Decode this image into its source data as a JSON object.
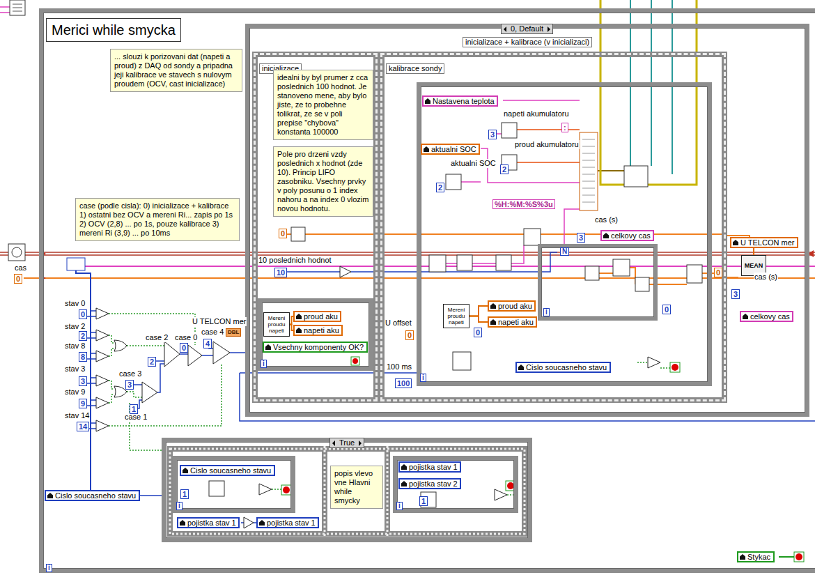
{
  "diagram": {
    "title": "Merici while smycka",
    "nodes": [
      {
        "text": [
          "i"
        ]
      },
      {
        "text": [
          "Merici while smycka"
        ],
        "in": 0
      },
      {
        "text": [
          "... slouzi k porizovani dat (napeti a proud) z DAQ od sondy a pripadna jeji kalibrace ve stavech s nulovym proudem (OCV, cast inicializace)"
        ],
        "in": 0
      },
      {
        "text": [
          "case (podle cisla): 0) inicializace + kalibrace 1) ostatni bez OCV a mereni Ri... zapis po 1s 2) OCV (2,8) ... po 1s, pouze kalibrace 3) mereni Ri (3,9) ... po 10ms"
        ],
        "in": 0
      },
      {
        "text": [
          "0, Default",
          "inicializace + kalibrace (v inicializaci)"
        ],
        "in": 0
      },
      {
        "text": [
          "inicializace"
        ],
        "in": 4
      },
      {
        "text": [
          "idealni by byl prumer z cca poslednich 100 hodnot. Je stanoveno mene, aby bylo jiste, ze to probehne tolikrat, ze se v poli prepise \"chybova\" konstanta 100000"
        ],
        "in": 5
      },
      {
        "text": [
          "Pole pro drzeni vzdy poslednich x hodnot (zde 10). Princip LIFO zasobniku. Vsechny prvky v poly posunu o 1 index nahoru a na index 0 vlozim novou hodnotu."
        ],
        "in": 5
      },
      {
        "text": [
          "i"
        ],
        "in": 5
      },
      {
        "text": [
          "Mereni proudu napeti"
        ],
        "in": 8
      },
      {
        "text": [
          "proud aku"
        ],
        "in": 8
      },
      {
        "text": [
          "napeti aku"
        ],
        "in": 8
      },
      {
        "text": [
          "Vsechny komponenty OK?"
        ],
        "in": 8
      },
      {
        "text": [
          "kalibrace sondy"
        ],
        "in": 4
      },
      {
        "text": [
          "i"
        ],
        "in": 13
      },
      {
        "text": [
          "Nastavena teplota"
        ],
        "in": 14
      },
      {
        "text": [
          "aktualni SOC"
        ],
        "in": 14
      },
      {
        "text": [
          "Mereni proudu napeti"
        ],
        "in": 14
      },
      {
        "text": [
          "proud aku"
        ],
        "in": 14
      },
      {
        "text": [
          "napeti aku"
        ],
        "in": 14
      },
      {
        "text": [
          "Cislo soucasneho stavu"
        ],
        "in": 14
      },
      {
        "text": [
          "celkovy cas"
        ],
        "in": 14
      },
      {
        "text": [
          "N",
          "i"
        ],
        "in": 14
      },
      {
        "text": [
          "U TELCON mer"
        ],
        "in": 4
      },
      {
        "text": [
          "MEAN"
        ],
        "in": 4
      },
      {
        "text": [
          "celkovy cas"
        ],
        "in": 4
      },
      {
        "text": [
          "Cislo soucasneho stavu"
        ],
        "in": 0
      },
      {
        "text": [
          "True"
        ],
        "in": 0
      },
      {
        "text": [
          "i"
        ],
        "in": 27
      },
      {
        "text": [
          "Cislo soucasneho stavu"
        ],
        "in": 28
      },
      {
        "text": [
          "pojistka stav 1"
        ],
        "in": 27
      },
      {
        "text": [
          "pojistka stav 1"
        ],
        "in": 27
      },
      {
        "text": [
          "popis vlevo vne Hlavni while smycky"
        ],
        "in": 27
      },
      {
        "text": [
          "i"
        ],
        "in": 27
      },
      {
        "text": [
          "pojistka stav 1"
        ],
        "in": 33
      },
      {
        "text": [
          "pojistka stav 2"
        ],
        "in": 33
      },
      {
        "text": [
          "Stykac"
        ],
        "in": 0
      }
    ],
    "edges": [
      {
        "from": 9,
        "to": 10,
        "arrow": "none"
      },
      {
        "from": 9,
        "to": 11,
        "arrow": "none"
      },
      {
        "from": 17,
        "to": 18,
        "arrow": "none"
      },
      {
        "from": 17,
        "to": 19,
        "arrow": "none"
      },
      {
        "from": 24,
        "to": 23,
        "arrow": "none"
      }
    ],
    "labels": [
      "cas",
      "0",
      "stav 0",
      "0",
      "stav 2",
      "2",
      "stav 8",
      "8",
      "stav 3",
      "3",
      "stav 9",
      "9",
      "stav 14",
      "14",
      "case 2",
      "2",
      "case 3",
      "3",
      "case 1",
      "1",
      "case 0",
      "0",
      "U TELCON mer",
      "case 4",
      "DBL",
      "4",
      "0",
      "10 poslednich hodnot",
      "10",
      "U offset",
      "0",
      "100 ms",
      "100",
      "napeti akumulatoru",
      "3",
      "proud akumulatoru",
      "2",
      "aktualni SOC",
      "2",
      "%H:%M:%S%3u",
      ":",
      "cas (s)",
      "3",
      "0",
      "0",
      "0",
      "cas (s)",
      "3",
      "1",
      "1"
    ]
  }
}
